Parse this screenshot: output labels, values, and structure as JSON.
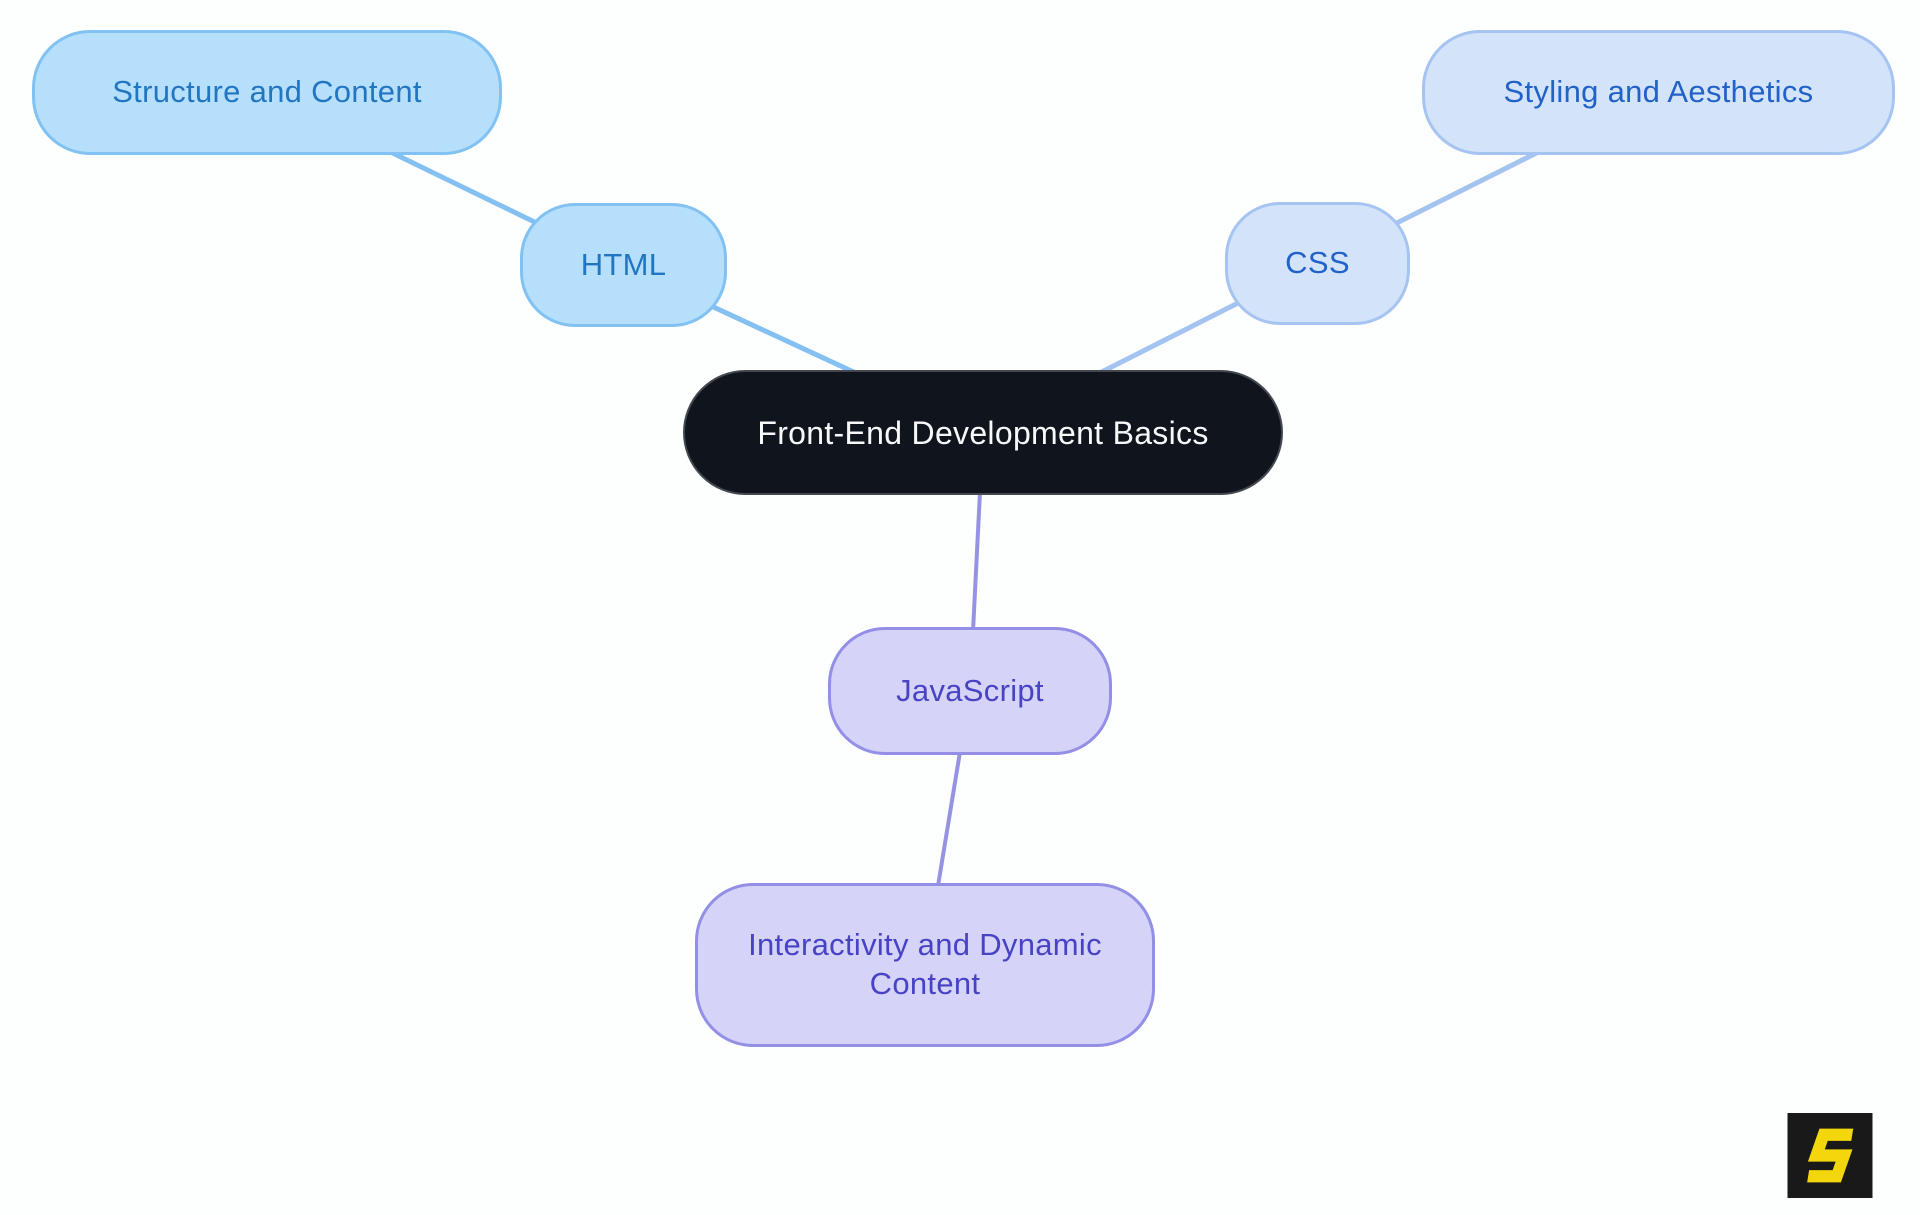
{
  "nodes": {
    "central": {
      "label": "Front-End Development Basics",
      "fill": "#10151d",
      "border": "#43484f",
      "text_color": "#f6f8fa"
    },
    "structure": {
      "label": "Structure and Content",
      "fill": "#b6dffc",
      "border": "#81c2f2",
      "text_color": "#2276c1"
    },
    "html": {
      "label": "HTML",
      "fill": "#b6dffc",
      "border": "#81c2f2",
      "text_color": "#2276c1"
    },
    "css": {
      "label": "CSS",
      "fill": "#d3e3fa",
      "border": "#a6c4f1",
      "text_color": "#2161c8"
    },
    "styling": {
      "label": "Styling and Aesthetics",
      "fill": "#d3e3fa",
      "border": "#a6c4f1",
      "text_color": "#2161c8"
    },
    "javascript": {
      "label": "JavaScript",
      "fill": "#d5d3f7",
      "border": "#948fe6",
      "text_color": "#4843c5"
    },
    "interactivity": {
      "label": "Interactivity and Dynamic Content",
      "fill": "#d5d3f7",
      "border": "#948fe6",
      "text_color": "#4843c5"
    }
  },
  "edges": [
    {
      "from": "structure",
      "to": "html",
      "color": "#84c0f1",
      "width": 5
    },
    {
      "from": "html",
      "to": "central",
      "color": "#84c0f1",
      "width": 5
    },
    {
      "from": "styling",
      "to": "css",
      "color": "#a3c3f0",
      "width": 5
    },
    {
      "from": "css",
      "to": "central",
      "color": "#a3c3f0",
      "width": 5
    },
    {
      "from": "central",
      "to": "javascript",
      "color": "#9692e4",
      "width": 4
    },
    {
      "from": "javascript",
      "to": "interactivity",
      "color": "#9692e4",
      "width": 4
    }
  ],
  "watermark": {
    "icon": "s-logo-icon",
    "bg": "#191919",
    "accent": "#f3d60b"
  }
}
